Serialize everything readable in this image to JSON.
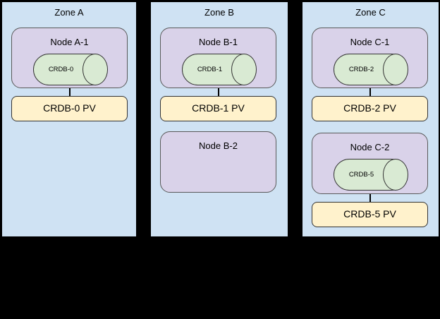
{
  "diagram": {
    "zones": [
      {
        "title": "Zone A",
        "groups": [
          {
            "node_label": "Node A-1",
            "cylinder_label": "CRDB-0",
            "pv_label": "CRDB-0 PV"
          }
        ]
      },
      {
        "title": "Zone B",
        "groups": [
          {
            "node_label": "Node B-1",
            "cylinder_label": "CRDB-1",
            "pv_label": "CRDB-1 PV"
          },
          {
            "node_label": "Node B-2"
          }
        ]
      },
      {
        "title": "Zone C",
        "groups": [
          {
            "node_label": "Node C-1",
            "cylinder_label": "CRDB-2",
            "pv_label": "CRDB-2 PV"
          },
          {
            "node_label": "Node C-2",
            "cylinder_label": "CRDB-5",
            "pv_label": "CRDB-5 PV"
          }
        ]
      }
    ]
  },
  "colors": {
    "background": "#000000",
    "zone_fill": "#cfe2f3",
    "zone_border": "#000000",
    "node_fill": "#d9d2e9",
    "node_border": "#595959",
    "cylinder_fill": "#d9ead3",
    "pv_fill": "#fff2cc",
    "shape_border": "#333333",
    "connector": "#000000",
    "text": "#000000"
  }
}
